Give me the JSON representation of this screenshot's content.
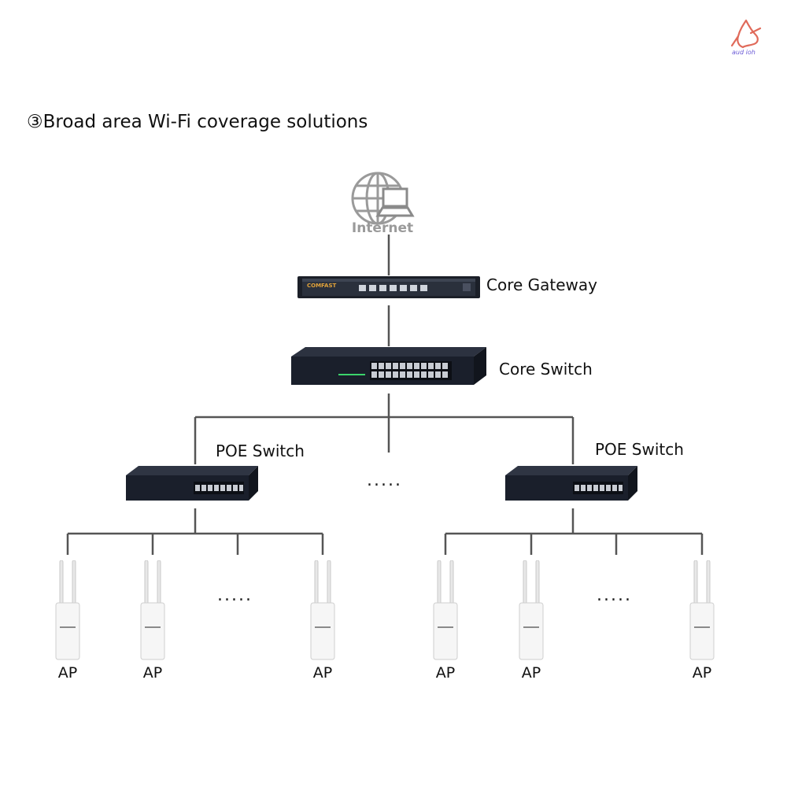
{
  "title": "③Broad area Wi-Fi coverage solutions",
  "logo": {
    "text": "aud ioh"
  },
  "internet": {
    "label": "Internet",
    "icon": "globe-laptop-icon"
  },
  "core_gateway": {
    "label": "Core Gateway",
    "brand": "COMFAST"
  },
  "core_switch": {
    "label": "Core Switch"
  },
  "poe_switches": [
    {
      "label": "POE Switch"
    },
    {
      "label": "POE Switch"
    }
  ],
  "ellipsis": ".....",
  "ap_label": "AP",
  "aps": [
    {
      "label": "AP"
    },
    {
      "label": "AP"
    },
    {
      "label": "AP"
    },
    {
      "label": "AP"
    },
    {
      "label": "AP"
    },
    {
      "label": "AP"
    }
  ],
  "colors": {
    "line": "#555555",
    "device_dark": "#1c2230",
    "ap_white": "#f4f4f4"
  }
}
